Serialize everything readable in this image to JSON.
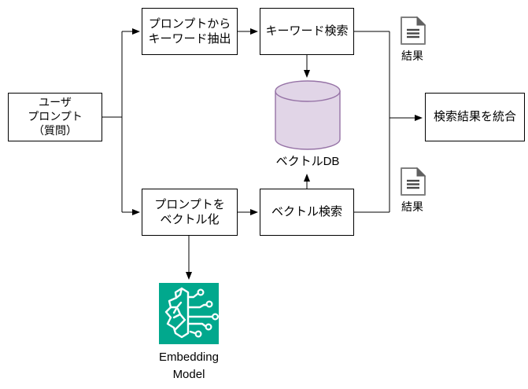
{
  "diagram": {
    "type": "flowchart",
    "nodes": {
      "user_prompt": {
        "lines": [
          "ユーザ",
          "プロンプト",
          "（質問）"
        ]
      },
      "extract_keywords": {
        "lines": [
          "プロンプトから",
          "キーワード抽出"
        ]
      },
      "keyword_search": {
        "label": "キーワード検索"
      },
      "vector_db": {
        "label": "ベクトルDB"
      },
      "merge_results": {
        "label": "検索結果を統合"
      },
      "vectorize_prompt": {
        "lines": [
          "プロンプトを",
          "ベクトル化"
        ]
      },
      "vector_search": {
        "label": "ベクトル検索"
      },
      "result_top": {
        "label": "結果"
      },
      "result_bottom": {
        "label": "結果"
      },
      "embedding_model": {
        "lines": [
          "Embedding",
          "Model"
        ]
      }
    },
    "icons": {
      "vector_db": "database-cylinder-icon",
      "result_top": "document-icon",
      "result_bottom": "document-icon",
      "embedding_model": "brain-circuit-icon"
    },
    "edges": [
      {
        "from": "user_prompt",
        "to": "extract_keywords"
      },
      {
        "from": "user_prompt",
        "to": "vectorize_prompt"
      },
      {
        "from": "extract_keywords",
        "to": "keyword_search"
      },
      {
        "from": "keyword_search",
        "to": "vector_db"
      },
      {
        "from": "keyword_search",
        "to": "merge_results"
      },
      {
        "from": "vectorize_prompt",
        "to": "vector_search"
      },
      {
        "from": "vectorize_prompt",
        "to": "embedding_model"
      },
      {
        "from": "vector_search",
        "to": "vector_db"
      },
      {
        "from": "vector_search",
        "to": "merge_results"
      }
    ],
    "colors": {
      "box_fill": "#FFFFFF",
      "box_border": "#000000",
      "text": "#000000",
      "connector": "#000000",
      "db_fill": "#E1D5E7",
      "db_stroke": "#9673A6",
      "doc_icon_stroke": "#808080",
      "doc_icon_fold": "#606060",
      "doc_icon_lines": "#474747",
      "embedding_bg": "#01A88D",
      "embedding_glyph": "#FFFFFF"
    }
  }
}
